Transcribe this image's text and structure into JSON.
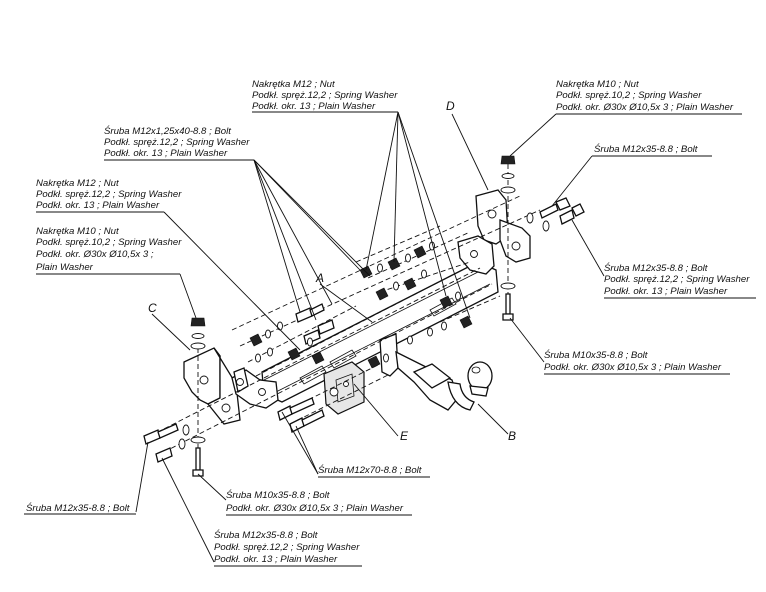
{
  "callouts": {
    "c1": [
      "Nakrętka  M12 ; Nut",
      "Podkł. spręż.12,2 ; Spring Washer",
      "Podkł. okr. 13 ; Plain Washer"
    ],
    "c2": [
      "Nakrętka  M10 ; Nut",
      "Podkł. spręż.10,2 ; Spring Washer",
      "Podkł. okr.  Ø30x Ø10,5x 3 ; Plain Washer"
    ],
    "c3": [
      "Śruba M12x1,25x40-8.8 ;  Bolt",
      "Podkł. spręż.12,2 ; Spring Washer",
      "Podkł. okr. 13 ; Plain Washer"
    ],
    "c4": [
      "Śruba M12x35-8.8 ;  Bolt"
    ],
    "c5": [
      "Nakrętka  M12 ; Nut",
      "Podkł. spręż.12,2 ; Spring Washer",
      "Podkł. okr. 13 ; Plain Washer"
    ],
    "c6": [
      "Nakrętka  M10 ; Nut",
      "Podkł. spręż.10,2 ; Spring Washer",
      "Podkł. okr.  Ø30x Ø10,5x 3 ;",
      "Plain Washer"
    ],
    "c7": [
      "Śruba M12x35-8.8 ;  Bolt",
      "Podkł. spręż.12,2 ; Spring Washer",
      "Podkł. okr. 13 ; Plain Washer"
    ],
    "c8": [
      "Śruba M10x35-8.8 ;  Bolt",
      "Podkł. okr.  Ø30x Ø10,5x 3 ; Plain Washer"
    ],
    "c9": [
      "Śruba M12x70-8.8 ;  Bolt"
    ],
    "c10": [
      "Śruba M10x35-8.8 ;  Bolt",
      "Podkł. okr.  Ø30x Ø10,5x 3 ; Plain Washer"
    ],
    "c11": [
      "Śruba M12x35-8.8 ;  Bolt"
    ],
    "c12": [
      "Śruba M12x35-8.8 ;  Bolt",
      "Podkł. spręż.12,2 ; Spring Washer",
      "Podkł. okr. 13 ; Plain Washer"
    ]
  },
  "letters": {
    "a": "A",
    "b": "B",
    "c": "C",
    "d": "D",
    "e": "E"
  }
}
